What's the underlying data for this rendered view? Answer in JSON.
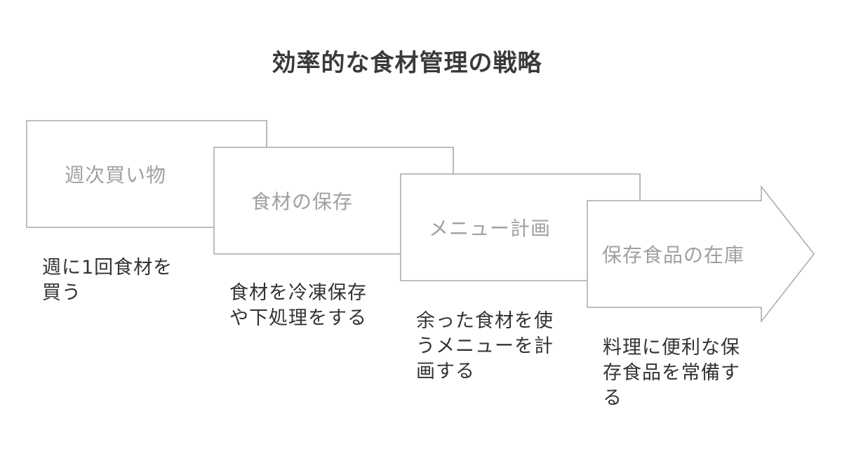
{
  "title": "効率的な食材管理の戦略",
  "steps": [
    {
      "label": "週次買い物",
      "desc_lines": [
        "週に1回食材を",
        "買う"
      ]
    },
    {
      "label": "食材の保存",
      "desc_lines": [
        "食材を冷凍保存",
        "や下処理をする"
      ]
    },
    {
      "label": "メニュー計画",
      "desc_lines": [
        "余った食材を使",
        "うメニューを計",
        "画する"
      ]
    },
    {
      "label": "保存食品の在庫",
      "desc_lines": [
        "料理に便利な保",
        "存食品を常備す",
        "る"
      ]
    }
  ],
  "colors": {
    "outline": "#a8a8a8",
    "step_text": "#a0a0a0",
    "desc_text": "#333333",
    "title_text": "#3a3a3a"
  }
}
